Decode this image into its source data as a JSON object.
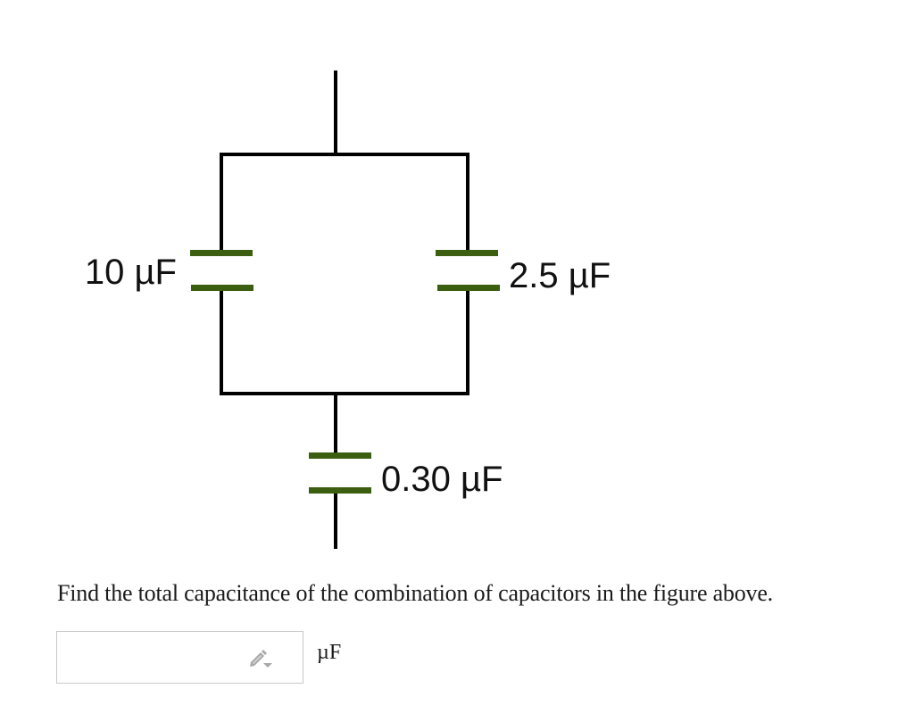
{
  "figure": {
    "capacitors": [
      {
        "id": "C1",
        "label": "10 µF",
        "value_uF": 10,
        "position": "left-branch"
      },
      {
        "id": "C2",
        "label": "2.5 µF",
        "value_uF": 2.5,
        "position": "right-branch"
      },
      {
        "id": "C3",
        "label": "0.30 µF",
        "value_uF": 0.3,
        "position": "series-bottom"
      }
    ],
    "colors": {
      "wire": "#000000",
      "plate": "#3b5e10"
    }
  },
  "question": {
    "text": "Find the total capacitance of the combination of capacitors in the figure above."
  },
  "answer": {
    "value": "",
    "placeholder": "",
    "unit": "µF",
    "icon": "pencil-icon"
  }
}
